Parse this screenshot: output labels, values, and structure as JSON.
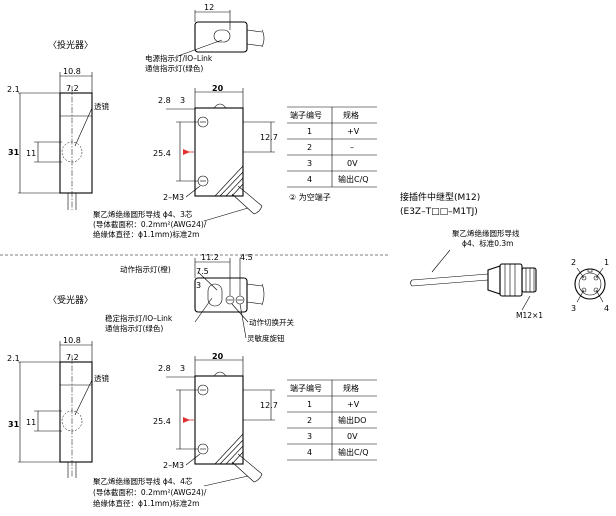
{
  "emitter": {
    "section_title": "〈投光器〉",
    "dim_width": "10.8",
    "dim_lens_width": "7.2",
    "dim_top": "2.1",
    "dim_height": "31",
    "dim_lens_h": "11",
    "lens_label": "透镜",
    "top_dim": "12",
    "power_label_1": "电源指示灯/IO–Link",
    "power_label_2": "通信指示灯(绿色)",
    "side_width": "20",
    "side_2_8": "2.8",
    "side_3": "3",
    "side_12_7": "12.7",
    "side_25_4": "25.4",
    "mount": "2–M3",
    "cable_1": "聚乙烯绝缘圆形导线 ϕ4、3芯",
    "cable_2": "(导体截面积：0.2mm²(AWG24)/",
    "cable_3": "绝缘体直径：ϕ1.1mm)标准2m",
    "table_header": [
      "端子编号",
      "规格"
    ],
    "table_rows": [
      [
        "1",
        "+V"
      ],
      [
        "2",
        "–"
      ],
      [
        "3",
        "0V"
      ],
      [
        "4",
        "输出C/Q"
      ]
    ],
    "note": "② 为空端子"
  },
  "receiver": {
    "section_title": "〈受光器〉",
    "dim_width": "10.8",
    "dim_lens_width": "7.2",
    "dim_top": "2.1",
    "dim_height": "31",
    "dim_lens_h": "11",
    "lens_label": "透镜",
    "top_11_2": "11.2",
    "top_4_5": "4.5",
    "top_7_5": "7.5",
    "top_3": "3",
    "action_led": "动作指示灯(橙)",
    "stable_led_1": "稳定指示灯/IO–Link",
    "stable_led_2": "通信指示灯(绿色)",
    "mode_switch": "动作切换开关",
    "sens_knob": "灵敏度旋钮",
    "side_width": "20",
    "side_2_8": "2.8",
    "side_3": "3",
    "side_12_7": "12.7",
    "side_25_4": "25.4",
    "mount": "2–M3",
    "cable_1": "聚乙烯绝缘圆形导线 ϕ4、4芯",
    "cable_2": "(导体截面积：0.2mm²(AWG24)/",
    "cable_3": "绝缘体直径：ϕ1.1mm)标准2m",
    "table_header": [
      "端子编号",
      "规格"
    ],
    "table_rows": [
      [
        "1",
        "+V"
      ],
      [
        "2",
        "输出DO"
      ],
      [
        "3",
        "0V"
      ],
      [
        "4",
        "输出C/Q"
      ]
    ]
  },
  "connector": {
    "title_1": "接插件中继型(M12)",
    "title_2": "(E3Z–T□□–M1TJ)",
    "cable_1": "聚乙烯绝缘圆形导线",
    "cable_2": "ϕ4、标准0.3m",
    "thread": "M12×1",
    "pins": [
      "1",
      "2",
      "3",
      "4"
    ]
  }
}
